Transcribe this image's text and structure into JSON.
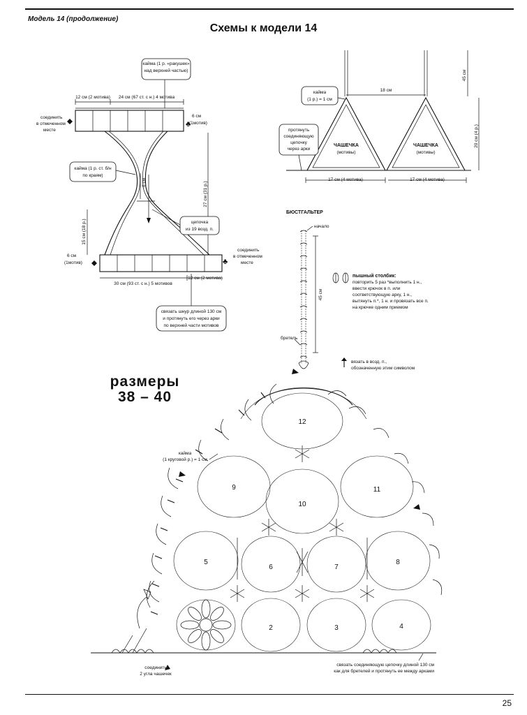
{
  "header": {
    "running_title": "Модель 14 (продолжение)",
    "main_title": "Схемы к модели 14"
  },
  "panties": {
    "border_top_note": "кайма (1 р. «ракушек» над верхней частью)",
    "dim_top_left": "12 см (2 мотива)",
    "dim_top_center": "24 см (67 ст. с н.) 4 мотива",
    "dim_top_right_height": "6 см (1мотив)",
    "join_left": "соединить в отмеченном месте",
    "side_border_note": "кайма (1 р. ст. б/н по краям)",
    "dim_middle": "6 см",
    "dim_height": "27 см (31 р.)",
    "dim_lower_height": "15 см (18 р.)",
    "chain_note": "цепочка из 19 возд. п.",
    "dim_bottom_left_height": "6 см (1мотив)",
    "join_right": "соединить в отмеченном месте",
    "dim_bottom_center": "30 см (93 ст. с н.) 5 мотивов",
    "dim_bottom_right": "12 см (2 мотива)",
    "cord_note": "связать шнур длиной 130 см и протянуть его через арки по верхней части мотивов"
  },
  "cups": {
    "border_note": "кайма (1 р.) = 1 см",
    "dim_between": "18 см",
    "dim_strap": "45 см",
    "dim_height": "20 см (4 р.)",
    "pull_note": "протянуть соединяющую цепочку через арки",
    "cup_label": "ЧАШЕЧКА",
    "cup_sub": "(мотивы)",
    "dim_left_width": "17 см (4 мотива)",
    "dim_right_width": "17 см (4 мотива)"
  },
  "bra": {
    "title": "БЮСТГАЛЬТЕР",
    "start": "начало",
    "strap_length": "45 см",
    "strap": "бретель",
    "puff_title": "пышный столбик:",
    "puff_text": "повторить 5 раз *выполнить 1 н., ввести крючок в п. или соответствующую арку, 1 н., вытянуть п.*, 1 н. и провязать все п. на крючке одним приемом",
    "chain_symbol_text": "вязать в возд. п., обозначенную этим символом",
    "border_note": "кайма (1 круговой р.) = 1 см",
    "join_note": "соединить 2 угла чашечек",
    "bottom_note": "связать соединяющую цепочку длиной 130 см как для бретелей и протянуть ее между арками",
    "motif_numbers": [
      "12",
      "9",
      "10",
      "11",
      "5",
      "6",
      "7",
      "8",
      "2",
      "3",
      "4"
    ]
  },
  "sizes": {
    "label": "размеры",
    "range": "38 – 40"
  },
  "footer": {
    "page_number": "25"
  }
}
